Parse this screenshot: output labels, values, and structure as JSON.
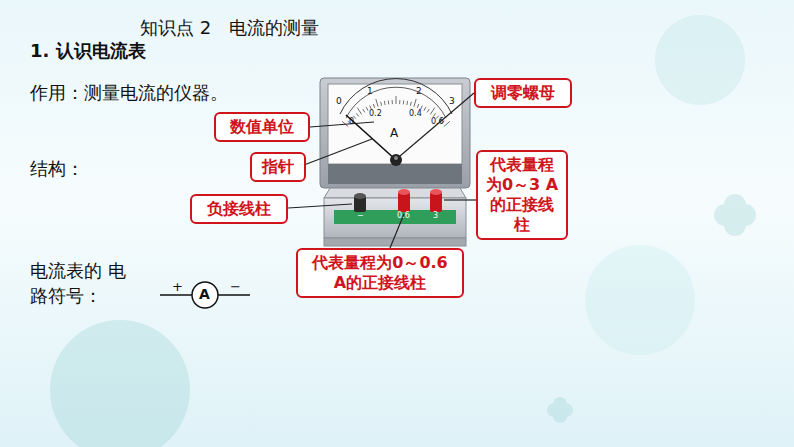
{
  "diagram": {
    "title": "知识点 2　电流的测量",
    "nodes": [
      {
        "text": [
          "调零螺母"
        ]
      },
      {
        "text": [
          "数值单位"
        ]
      },
      {
        "text": [
          "指针"
        ]
      },
      {
        "text": [
          "代表量程为0～3 A的正接线柱"
        ]
      },
      {
        "text": [
          "负接线柱"
        ]
      },
      {
        "text": [
          "代表量程为0～0.6 A的正接线柱"
        ]
      }
    ],
    "labels": [
      "1. 认识电流表",
      "作用：测量电流的仪器。",
      "结构：",
      "电流表的 电路符号：",
      "+",
      "A",
      "−",
      "0",
      "1",
      "2",
      "3",
      "0",
      "0.2",
      "0.4",
      "0.6",
      "A",
      "−",
      "0.6",
      "3"
    ]
  }
}
